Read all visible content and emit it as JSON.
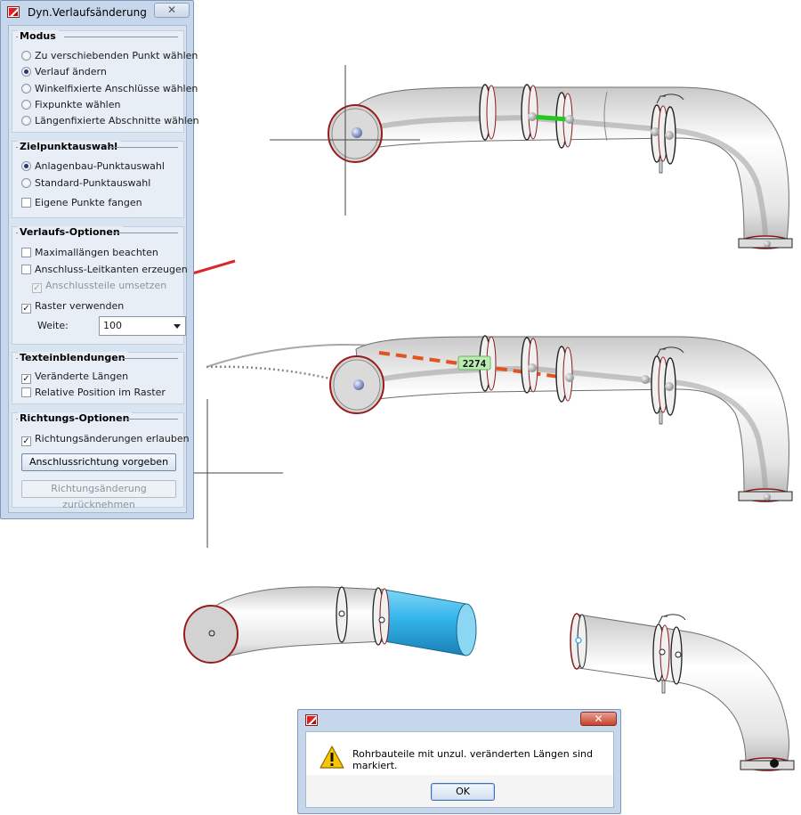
{
  "dialog": {
    "title": "Dyn.Verlaufsänderung",
    "close_label": "✕",
    "modus": {
      "legend": "Modus",
      "options": [
        {
          "label": "Zu verschiebenden Punkt wählen",
          "selected": false
        },
        {
          "label": "Verlauf ändern",
          "selected": true
        },
        {
          "label": "Winkelfixierte Anschlüsse wählen",
          "selected": false
        },
        {
          "label": "Fixpunkte wählen",
          "selected": false
        },
        {
          "label": "Längenfixierte Abschnitte wählen",
          "selected": false
        }
      ]
    },
    "zielpunkt": {
      "legend": "Zielpunktauswahl",
      "options": [
        {
          "label": "Anlagenbau-Punktauswahl",
          "selected": true
        },
        {
          "label": "Standard-Punktauswahl",
          "selected": false
        }
      ],
      "eigene_punkte": {
        "label": "Eigene Punkte fangen",
        "checked": false
      }
    },
    "verlauf": {
      "legend": "Verlaufs-Optionen",
      "maximallaengen": {
        "label": "Maximallängen beachten",
        "checked": false
      },
      "leitkanten": {
        "label": "Anschluss-Leitkanten erzeugen",
        "checked": false
      },
      "umsetzen": {
        "label": "Anschlussteile umsetzen",
        "checked": true,
        "disabled": true
      },
      "raster": {
        "label": "Raster verwenden",
        "checked": true
      },
      "weite_label": "Weite:",
      "weite_value": "100"
    },
    "text": {
      "legend": "Texteinblendungen",
      "veraenderte": {
        "label": "Veränderte Längen",
        "checked": true
      },
      "relative": {
        "label": "Relative Position im Raster",
        "checked": false
      }
    },
    "richtung": {
      "legend": "Richtungs-Optionen",
      "erlauben": {
        "label": "Richtungsänderungen erlauben",
        "checked": true
      },
      "btn_vorgeben": "Anschlussrichtung vorgeben",
      "btn_zuruecknehmen": "Richtungsänderung zurücknehmen"
    },
    "check_mark": "✓"
  },
  "viewport": {
    "dimension_label": "2274",
    "colors": {
      "pipe": "#e9e9e9",
      "highlight_green": "#22c81e",
      "dashed_orange": "#e2541e",
      "cyan_segment": "#2aa6e0",
      "arrow_red": "#d9262a",
      "dim_box": "#b8ecb0"
    }
  },
  "message": {
    "text": "Rohrbauteile mit unzul. veränderten Längen sind markiert.",
    "ok_label": "OK",
    "close_label": "✕",
    "icon": "warning-icon"
  }
}
